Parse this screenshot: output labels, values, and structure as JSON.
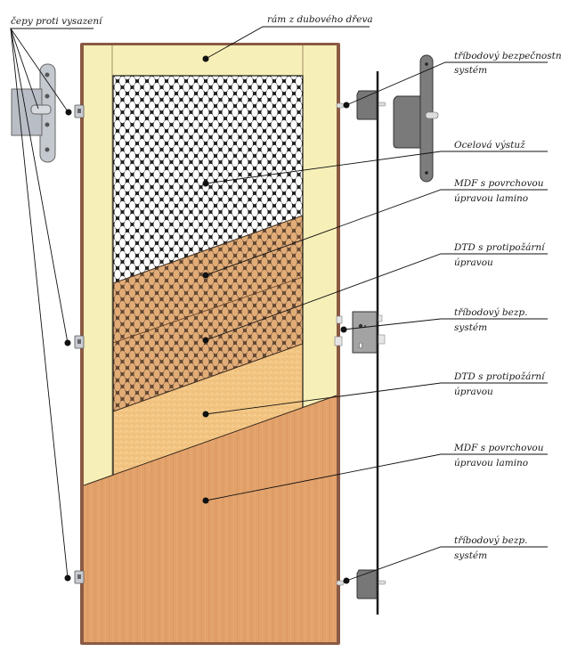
{
  "diagram": {
    "title": "Door cross-section construction diagram",
    "colors": {
      "frame_edge": "#8a5a44",
      "oak_frame": "#f7efb8",
      "mesh_dark": "#2a2a2a",
      "mdf_top": "#e0ad78",
      "dtd_chipboard": "#f3c684",
      "mdf_bottom": "#e2a16a",
      "metal": "#9b9b9b",
      "leader_line": "#111111"
    },
    "labels": {
      "hinge_pins": "čepy proti vysazení",
      "oak_frame": "rám z dubového dřeva",
      "top_lock_line1": "tříbodový bezpečnostní",
      "top_lock_line2": "systém",
      "steel_reinforcement": "Ocelová výstuž",
      "mdf_upper_line1": "MDF s povrchovou",
      "mdf_upper_line2": "úpravou lamino",
      "dtd_upper_line1": "DTD s protipožární",
      "dtd_upper_line2": "úpravou",
      "mid_lock_line1": "tříbodový bezp.",
      "mid_lock_line2": "systém",
      "dtd_lower_line1": "DTD s protipožární",
      "dtd_lower_line2": "úpravou",
      "mdf_lower_line1": "MDF s povrchovou",
      "mdf_lower_line2": "úpravou lamino",
      "bottom_lock_line1": "tříbodový bezp.",
      "bottom_lock_line2": "systém"
    }
  }
}
